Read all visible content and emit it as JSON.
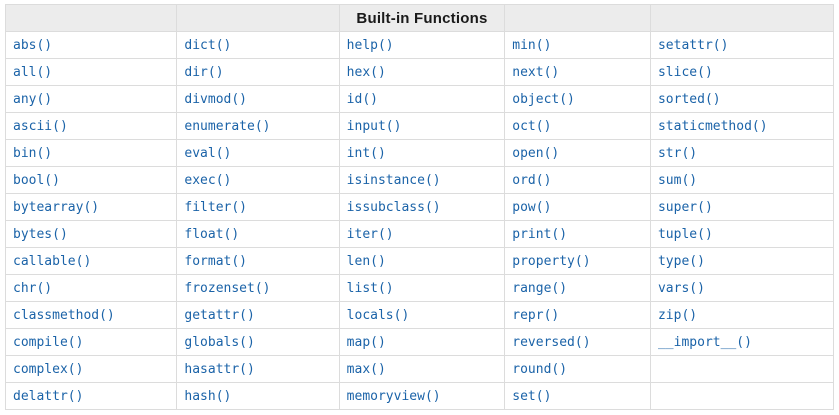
{
  "table": {
    "caption": "Built-in Functions",
    "column_count": 5,
    "rows": [
      [
        "abs()",
        "dict()",
        "help()",
        "min()",
        "setattr()"
      ],
      [
        "all()",
        "dir()",
        "hex()",
        "next()",
        "slice()"
      ],
      [
        "any()",
        "divmod()",
        "id()",
        "object()",
        "sorted()"
      ],
      [
        "ascii()",
        "enumerate()",
        "input()",
        "oct()",
        "staticmethod()"
      ],
      [
        "bin()",
        "eval()",
        "int()",
        "open()",
        "str()"
      ],
      [
        "bool()",
        "exec()",
        "isinstance()",
        "ord()",
        "sum()"
      ],
      [
        "bytearray()",
        "filter()",
        "issubclass()",
        "pow()",
        "super()"
      ],
      [
        "bytes()",
        "float()",
        "iter()",
        "print()",
        "tuple()"
      ],
      [
        "callable()",
        "format()",
        "len()",
        "property()",
        "type()"
      ],
      [
        "chr()",
        "frozenset()",
        "list()",
        "range()",
        "vars()"
      ],
      [
        "classmethod()",
        "getattr()",
        "locals()",
        "repr()",
        "zip()"
      ],
      [
        "compile()",
        "globals()",
        "map()",
        "reversed()",
        "__import__()"
      ],
      [
        "complex()",
        "hasattr()",
        "max()",
        "round()",
        ""
      ],
      [
        "delattr()",
        "hash()",
        "memoryview()",
        "set()",
        ""
      ]
    ]
  },
  "colors": {
    "link": "#1b63a8",
    "border": "#dcdcdc",
    "header_bg": "#ececec",
    "header_text": "#1a1a1a",
    "page_bg": "#ffffff"
  }
}
